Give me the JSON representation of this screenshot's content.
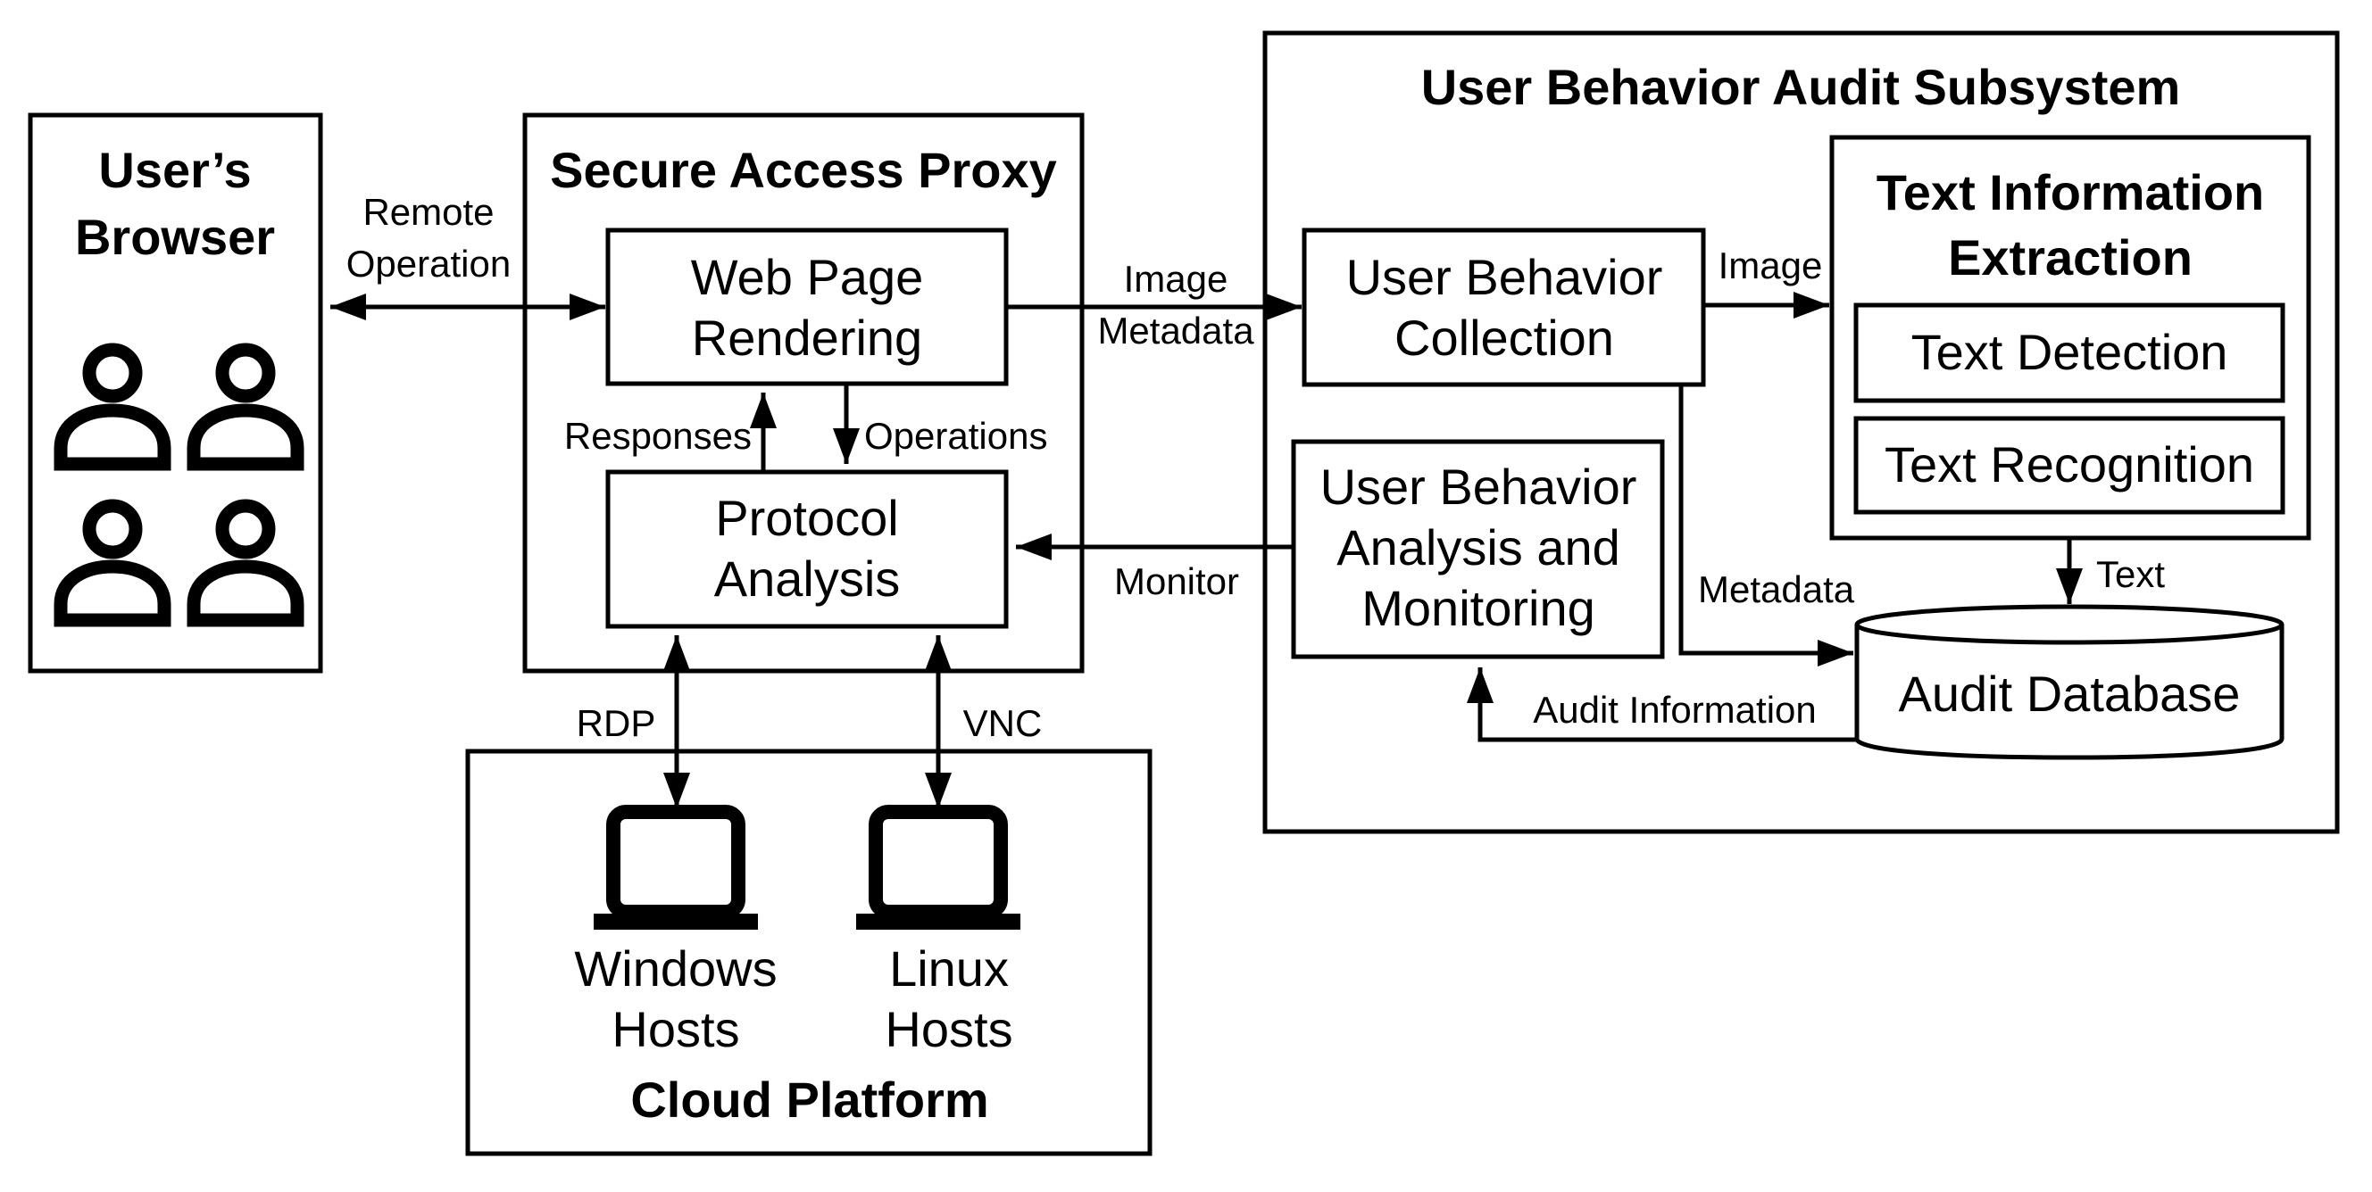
{
  "diagram": {
    "users_browser": {
      "title_line1": "User’s",
      "title_line2": "Browser",
      "icon": "user-icon"
    },
    "secure_access_proxy": {
      "title": "Secure Access Proxy",
      "web_page_rendering": {
        "line1": "Web Page",
        "line2": "Rendering"
      },
      "protocol_analysis": {
        "line1": "Protocol",
        "line2": "Analysis"
      }
    },
    "cloud_platform": {
      "title": "Cloud Platform",
      "windows_hosts": {
        "line1": "Windows",
        "line2": "Hosts",
        "icon": "laptop-icon"
      },
      "linux_hosts": {
        "line1": "Linux",
        "line2": "Hosts",
        "icon": "laptop-icon"
      }
    },
    "audit_subsystem": {
      "title": "User Behavior Audit Subsystem",
      "collection": {
        "line1": "User Behavior",
        "line2": "Collection"
      },
      "analysis": {
        "line1": "User Behavior",
        "line2": "Analysis and",
        "line3": "Monitoring"
      },
      "text_extraction": {
        "title_line1": "Text Information",
        "title_line2": "Extraction",
        "detection": "Text Detection",
        "recognition": "Text Recognition"
      },
      "audit_database": "Audit Database"
    },
    "edges": {
      "remote_operation": {
        "line1": "Remote",
        "line2": "Operation"
      },
      "responses": "Responses",
      "operations": "Operations",
      "image_metadata": {
        "line1": "Image",
        "line2": "Metadata"
      },
      "image": "Image",
      "monitor": "Monitor",
      "metadata": "Metadata",
      "text": "Text",
      "audit_information": "Audit Information",
      "rdp": "RDP",
      "vnc": "VNC"
    }
  }
}
